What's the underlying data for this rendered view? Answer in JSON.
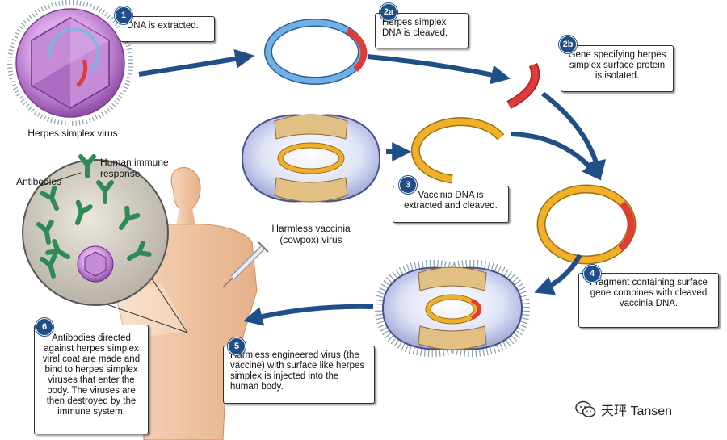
{
  "steps": {
    "s1": {
      "num": "1",
      "text": "DNA is extracted."
    },
    "s2a": {
      "num": "2a",
      "text": "Herpes simplex DNA is cleaved."
    },
    "s2b": {
      "num": "2b",
      "text": "Gene specifying herpes simplex surface protein is isolated."
    },
    "s3": {
      "num": "3",
      "text": "Vaccinia DNA is extracted and cleaved."
    },
    "s4": {
      "num": "4",
      "text": "Fragment containing surface gene combines with cleaved vaccinia DNA."
    },
    "s5": {
      "num": "5",
      "text": "Harmless engineered virus (the vaccine) with surface like herpes simplex is injected into the human body."
    },
    "s6": {
      "num": "6",
      "text": "Antibodies directed against herpes simplex viral coat are made and bind to herpes simplex viruses that enter the body. The viruses are then destroyed by the immune system."
    }
  },
  "labels": {
    "herpes_virus": "Herpes simplex virus",
    "vaccinia_virus": "Harmless vaccinia (cowpox) virus",
    "immune_response": "Human immune response",
    "antibodies": "Antibodies"
  },
  "watermark": {
    "text": "天玶 Tansen"
  },
  "colors": {
    "arrow": "#1f4f86",
    "herpes_dna": "#5aa0dc",
    "herpes_gene": "#e03a3a",
    "vaccinia_dna": "#f2b02a",
    "herpes_capsid": "#a05bb3",
    "vaccinia_core": "#d9b272",
    "antibody": "#2e8a57",
    "skin": "#f3c9a6"
  }
}
